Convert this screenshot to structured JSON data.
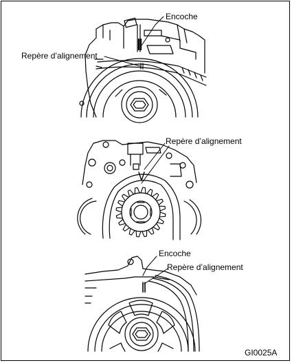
{
  "labels": {
    "encoche": "Encoche",
    "repere": "Repère d’alignement"
  },
  "figure_code": "GI0025A",
  "colors": {
    "line": "#000000",
    "background": "#ffffff"
  }
}
